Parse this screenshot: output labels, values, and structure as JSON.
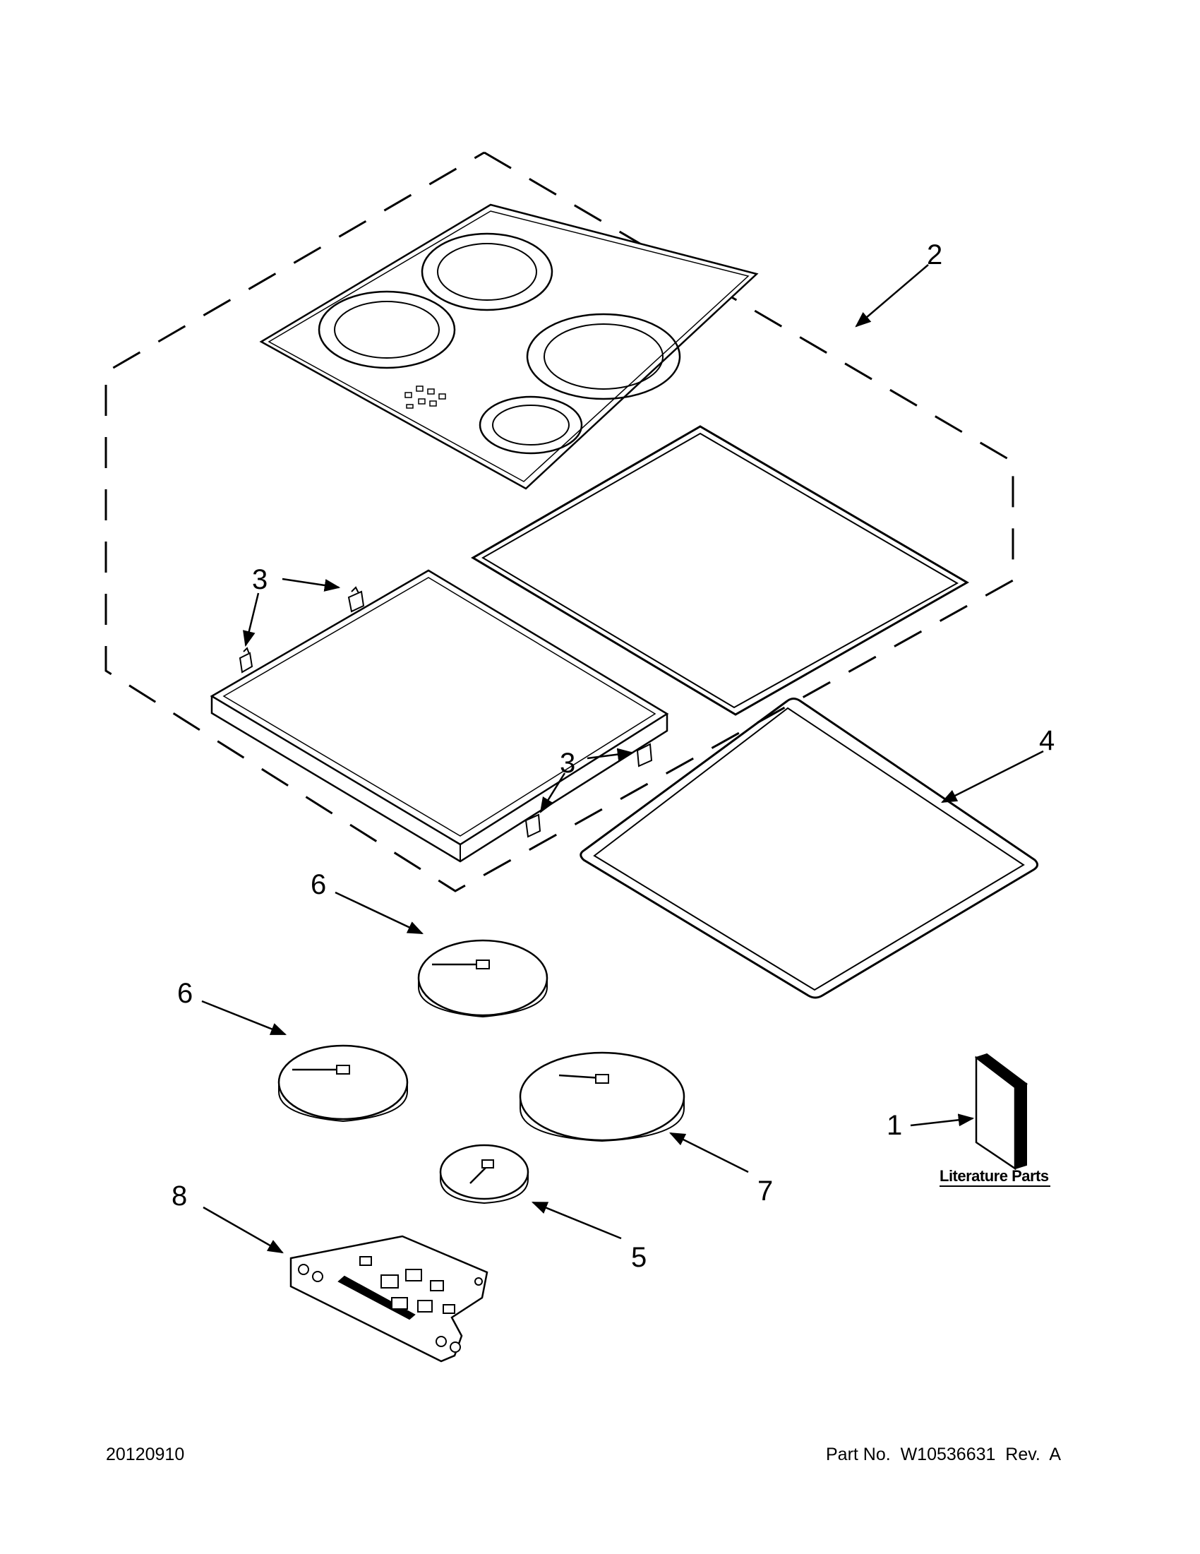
{
  "callouts": {
    "c1": "1",
    "c2": "2",
    "c3a": "3",
    "c3b": "3",
    "c4": "4",
    "c5": "5",
    "c6a": "6",
    "c6b": "6",
    "c7": "7",
    "c8": "8"
  },
  "literature_label": "Literature Parts",
  "footer": {
    "date_code": "20120910",
    "part_number": "Part No.  W10536631  Rev.  A"
  },
  "colors": {
    "ink": "#000000",
    "paper": "#ffffff"
  }
}
